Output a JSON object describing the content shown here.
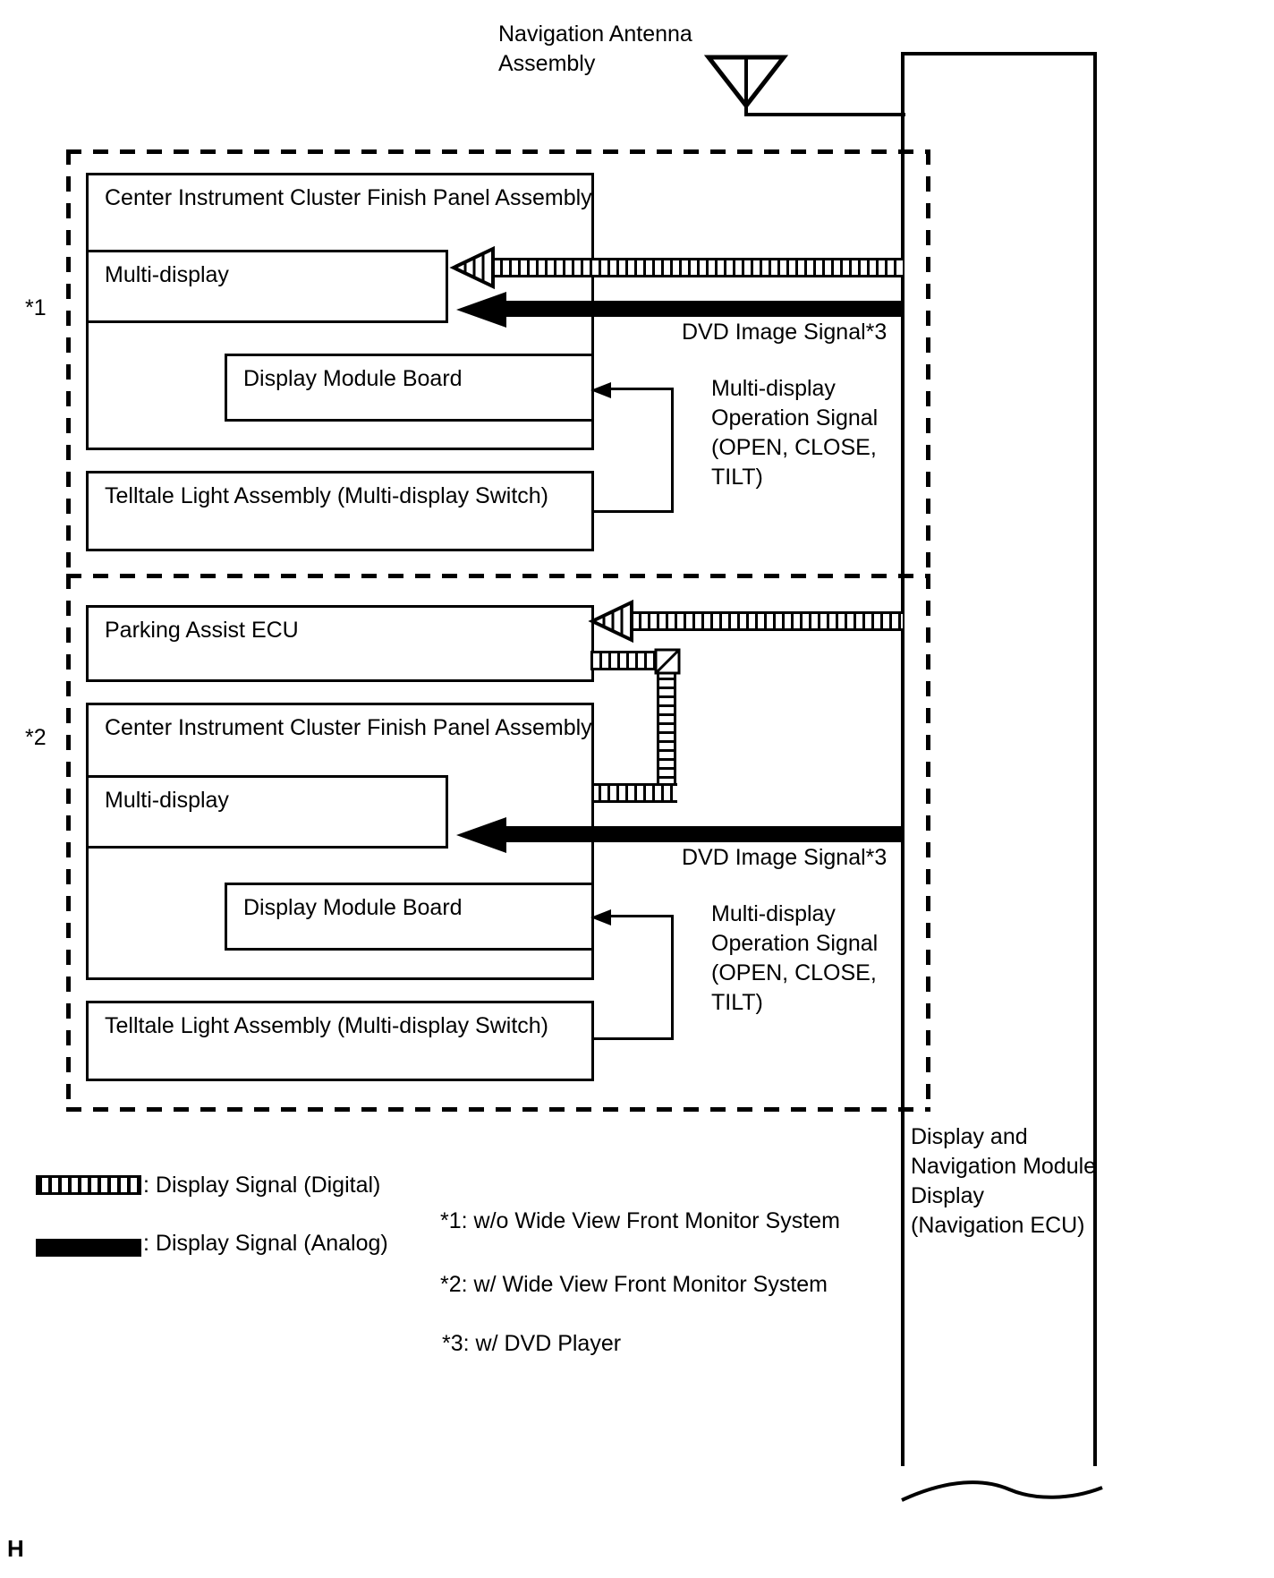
{
  "diagram": {
    "title_label": "Navigation Antenna\nAssembly",
    "antenna_icon": "antenna-triangle-icon",
    "page_marker": "H"
  },
  "right_module": {
    "label": "Display and\nNavigation Module\nDisplay\n(Navigation ECU)",
    "break_icon": "wavy-break-icon"
  },
  "groups": [
    {
      "marker": "*1",
      "boxes": [
        {
          "label": "Center Instrument Cluster Finish Panel Assembly"
        },
        {
          "label": "Multi-display"
        },
        {
          "label": "Display Module Board"
        },
        {
          "label": "Telltale Light Assembly (Multi-display Switch)"
        }
      ],
      "annotations": [
        {
          "label": "DVD Image Signal*3"
        },
        {
          "label": "Multi-display\nOperation Signal\n(OPEN, CLOSE,\nTILT)"
        }
      ]
    },
    {
      "marker": "*2",
      "boxes": [
        {
          "label": "Parking Assist ECU"
        },
        {
          "label": "Center Instrument Cluster Finish Panel Assembly"
        },
        {
          "label": "Multi-display"
        },
        {
          "label": "Display Module Board"
        },
        {
          "label": "Telltale Light Assembly (Multi-display Switch)"
        }
      ],
      "annotations": [
        {
          "label": "DVD Image Signal*3"
        },
        {
          "label": "Multi-display\nOperation Signal\n(OPEN, CLOSE,\nTILT)"
        }
      ]
    }
  ],
  "legend": [
    {
      "swatch": "hatched-bar-icon",
      "label": ": Display Signal (Digital)"
    },
    {
      "swatch": "solid-bar-icon",
      "label": ": Display Signal (Analog)"
    }
  ],
  "footnotes": [
    {
      "label": "*1: w/o Wide View Front Monitor System"
    },
    {
      "label": "*2: w/ Wide View Front Monitor System"
    },
    {
      "label": "*3: w/ DVD Player"
    }
  ]
}
